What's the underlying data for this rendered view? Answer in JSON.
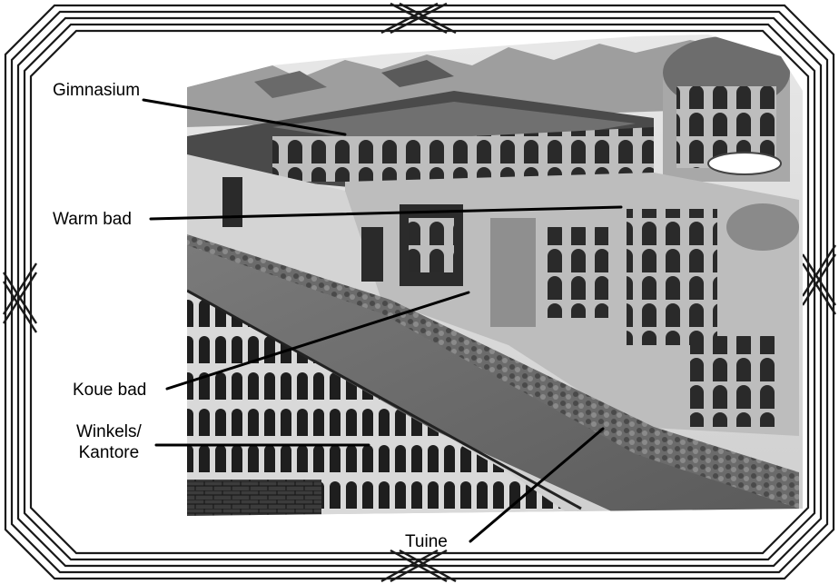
{
  "labels": {
    "gimnasium": "Gimnasium",
    "warm_bad": "Warm bad",
    "koue_bad": "Koue bad",
    "winkels_line1": "Winkels/",
    "winkels_line2": "Kantore",
    "tuine": "Tuine"
  },
  "colors": {
    "ink": "#000000",
    "frame": "#1a1a1a",
    "background": "#ffffff"
  }
}
